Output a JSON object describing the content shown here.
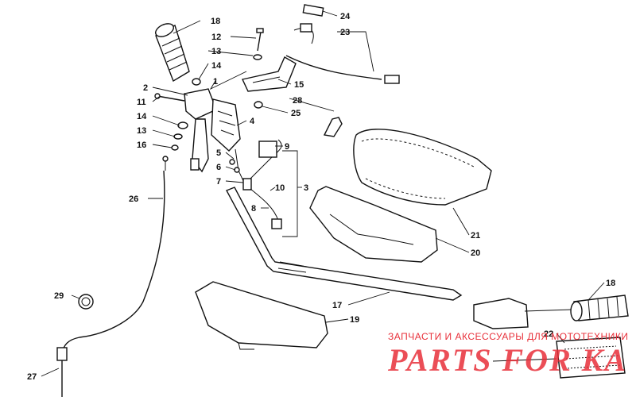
{
  "labels": {
    "l1": "1",
    "l2": "2",
    "l3": "3",
    "l4": "4",
    "l5": "5",
    "l6": "6",
    "l7": "7",
    "l8": "8",
    "l9": "9",
    "l10": "10",
    "l11": "11",
    "l12": "12",
    "l13a": "13",
    "l13b": "13",
    "l14a": "14",
    "l14b": "14",
    "l15": "15",
    "l16": "16",
    "l17": "17",
    "l18a": "18",
    "l18b": "18",
    "l19": "19",
    "l20": "20",
    "l21": "21",
    "l22": "22",
    "l23": "23",
    "l24": "24",
    "l25": "25",
    "l26": "26",
    "l27": "27",
    "l28": "28",
    "l29": "29"
  },
  "watermark": {
    "subtitle": "ЗАПЧАСТИ И АКСЕССУАРЫ ДЛЯ МОТОТЕХНИКИ",
    "logo": "PARTS FOR KA",
    "color": "#e8303a"
  }
}
